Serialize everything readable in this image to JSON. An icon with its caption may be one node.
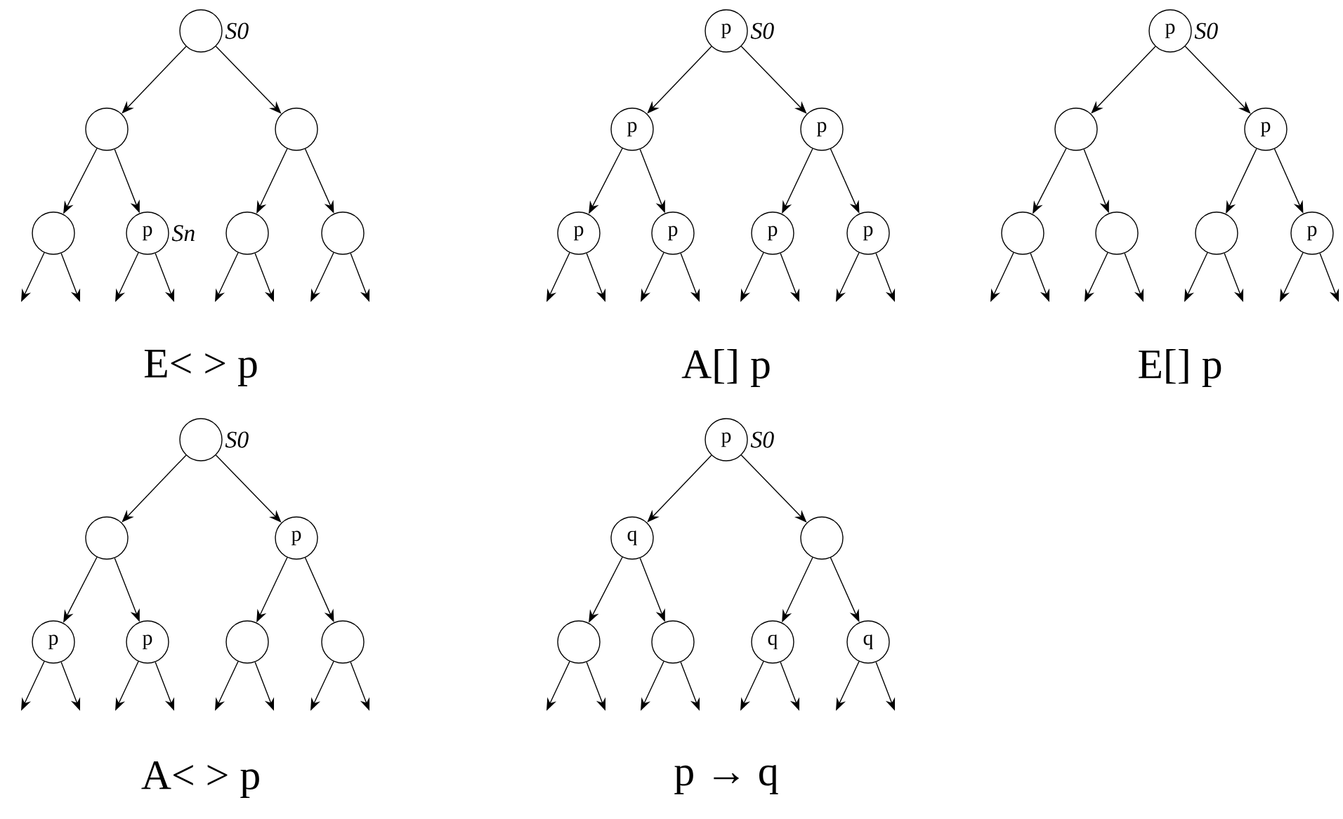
{
  "diagram": {
    "nodes": [
      {
        "text": [],
        "shape": "circle",
        "beside": [
          "*S0*"
        ]
      },
      {
        "text": [],
        "shape": "circle"
      },
      {
        "text": [],
        "shape": "circle"
      },
      {
        "text": [],
        "shape": "circle"
      },
      {
        "text": [
          "p"
        ],
        "beside": [
          "*Sn*"
        ]
      },
      {
        "text": [],
        "shape": "circle"
      },
      {
        "text": [],
        "shape": "circle"
      },
      {
        "text": [
          "p"
        ],
        "beside": [
          "*S0*"
        ]
      },
      {
        "text": [
          "p"
        ]
      },
      {
        "text": [
          "p"
        ]
      },
      {
        "text": [
          "p"
        ]
      },
      {
        "text": [
          "p"
        ]
      },
      {
        "text": [
          "p"
        ]
      },
      {
        "text": [
          "p"
        ]
      },
      {
        "text": [
          "p"
        ],
        "beside": [
          "*S0*"
        ]
      },
      {
        "text": [],
        "shape": "circle"
      },
      {
        "text": [
          "p"
        ]
      },
      {
        "text": [],
        "shape": "circle"
      },
      {
        "text": [],
        "shape": "circle"
      },
      {
        "text": [],
        "shape": "circle"
      },
      {
        "text": [
          "p"
        ]
      },
      {
        "text": [],
        "shape": "circle",
        "beside": [
          "*S0*"
        ]
      },
      {
        "text": [],
        "shape": "circle"
      },
      {
        "text": [
          "p"
        ]
      },
      {
        "text": [
          "p"
        ]
      },
      {
        "text": [
          "p"
        ]
      },
      {
        "text": [],
        "shape": "circle"
      },
      {
        "text": [],
        "shape": "circle"
      },
      {
        "text": [
          "p"
        ],
        "beside": [
          "*S0*"
        ]
      },
      {
        "text": [
          "q"
        ]
      },
      {
        "text": [],
        "shape": "circle"
      },
      {
        "text": [],
        "shape": "circle"
      },
      {
        "text": [],
        "shape": "circle"
      },
      {
        "text": [
          "q"
        ]
      },
      {
        "text": [
          "q"
        ]
      }
    ],
    "edges": [
      {
        "from": 0,
        "to": 1,
        "arrow": "to"
      },
      {
        "from": 0,
        "to": 2,
        "arrow": "to"
      },
      {
        "from": 1,
        "to": 3,
        "arrow": "to"
      },
      {
        "from": 1,
        "to": 4,
        "arrow": "to"
      },
      {
        "from": 2,
        "to": 5,
        "arrow": "to"
      },
      {
        "from": 2,
        "to": 6,
        "arrow": "to"
      },
      {
        "from": 3,
        "to": null,
        "arrow": "to"
      },
      {
        "from": 3,
        "to": null,
        "arrow": "to"
      },
      {
        "from": 4,
        "to": null,
        "arrow": "to"
      },
      {
        "from": 4,
        "to": null,
        "arrow": "to"
      },
      {
        "from": 5,
        "to": null,
        "arrow": "to"
      },
      {
        "from": 5,
        "to": null,
        "arrow": "to"
      },
      {
        "from": 6,
        "to": null,
        "arrow": "to"
      },
      {
        "from": 6,
        "to": null,
        "arrow": "to"
      },
      {
        "from": 7,
        "to": 8,
        "arrow": "to"
      },
      {
        "from": 7,
        "to": 9,
        "arrow": "to"
      },
      {
        "from": 8,
        "to": 10,
        "arrow": "to"
      },
      {
        "from": 8,
        "to": 11,
        "arrow": "to"
      },
      {
        "from": 9,
        "to": 12,
        "arrow": "to"
      },
      {
        "from": 9,
        "to": 13,
        "arrow": "to"
      },
      {
        "from": 10,
        "to": null,
        "arrow": "to"
      },
      {
        "from": 10,
        "to": null,
        "arrow": "to"
      },
      {
        "from": 11,
        "to": null,
        "arrow": "to"
      },
      {
        "from": 11,
        "to": null,
        "arrow": "to"
      },
      {
        "from": 12,
        "to": null,
        "arrow": "to"
      },
      {
        "from": 12,
        "to": null,
        "arrow": "to"
      },
      {
        "from": 13,
        "to": null,
        "arrow": "to"
      },
      {
        "from": 13,
        "to": null,
        "arrow": "to"
      },
      {
        "from": 14,
        "to": 15,
        "arrow": "to"
      },
      {
        "from": 14,
        "to": 16,
        "arrow": "to"
      },
      {
        "from": 15,
        "to": 17,
        "arrow": "to"
      },
      {
        "from": 15,
        "to": 18,
        "arrow": "to"
      },
      {
        "from": 16,
        "to": 19,
        "arrow": "to"
      },
      {
        "from": 16,
        "to": 20,
        "arrow": "to"
      },
      {
        "from": 17,
        "to": null,
        "arrow": "to"
      },
      {
        "from": 17,
        "to": null,
        "arrow": "to"
      },
      {
        "from": 18,
        "to": null,
        "arrow": "to"
      },
      {
        "from": 18,
        "to": null,
        "arrow": "to"
      },
      {
        "from": 19,
        "to": null,
        "arrow": "to"
      },
      {
        "from": 19,
        "to": null,
        "arrow": "to"
      },
      {
        "from": 20,
        "to": null,
        "arrow": "to"
      },
      {
        "from": 20,
        "to": null,
        "arrow": "to"
      },
      {
        "from": 21,
        "to": 22,
        "arrow": "to"
      },
      {
        "from": 21,
        "to": 23,
        "arrow": "to"
      },
      {
        "from": 22,
        "to": 24,
        "arrow": "to"
      },
      {
        "from": 22,
        "to": 25,
        "arrow": "to"
      },
      {
        "from": 23,
        "to": 26,
        "arrow": "to"
      },
      {
        "from": 23,
        "to": 27,
        "arrow": "to"
      },
      {
        "from": 24,
        "to": null,
        "arrow": "to"
      },
      {
        "from": 24,
        "to": null,
        "arrow": "to"
      },
      {
        "from": 25,
        "to": null,
        "arrow": "to"
      },
      {
        "from": 25,
        "to": null,
        "arrow": "to"
      },
      {
        "from": 26,
        "to": null,
        "arrow": "to"
      },
      {
        "from": 26,
        "to": null,
        "arrow": "to"
      },
      {
        "from": 27,
        "to": null,
        "arrow": "to"
      },
      {
        "from": 27,
        "to": null,
        "arrow": "to"
      },
      {
        "from": 28,
        "to": 29,
        "arrow": "to"
      },
      {
        "from": 28,
        "to": 30,
        "arrow": "to"
      },
      {
        "from": 29,
        "to": 31,
        "arrow": "to"
      },
      {
        "from": 29,
        "to": 32,
        "arrow": "to"
      },
      {
        "from": 30,
        "to": 33,
        "arrow": "to"
      },
      {
        "from": 30,
        "to": 34,
        "arrow": "to"
      },
      {
        "from": 31,
        "to": null,
        "arrow": "to"
      },
      {
        "from": 31,
        "to": null,
        "arrow": "to"
      },
      {
        "from": 32,
        "to": null,
        "arrow": "to"
      },
      {
        "from": 32,
        "to": null,
        "arrow": "to"
      },
      {
        "from": 33,
        "to": null,
        "arrow": "to"
      },
      {
        "from": 33,
        "to": null,
        "arrow": "to"
      },
      {
        "from": 34,
        "to": null,
        "arrow": "to"
      },
      {
        "from": 34,
        "to": null,
        "arrow": "to"
      }
    ],
    "labels": [
      "E< > p",
      "A[] p",
      "E[] p",
      "A< > p",
      "p → q"
    ]
  }
}
